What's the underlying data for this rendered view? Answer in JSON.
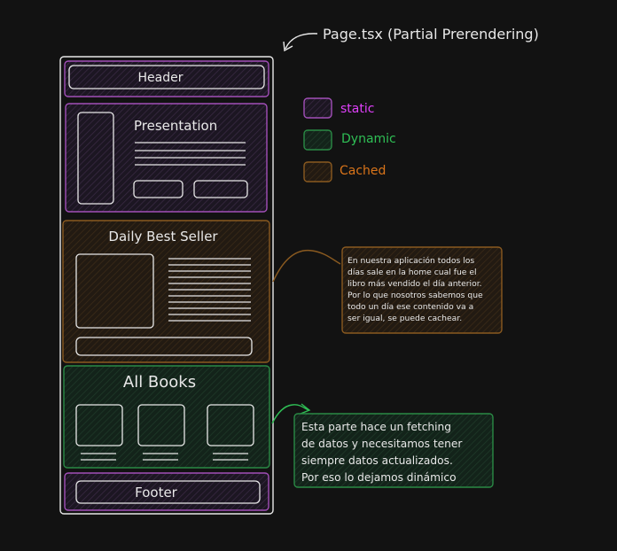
{
  "title": "Page.tsx (Partial Prerendering)",
  "sections": {
    "header": "Header",
    "presentation": "Presentation",
    "daily": "Daily Best Seller",
    "books": "All Books",
    "footer": "Footer"
  },
  "legend": [
    {
      "label": "static",
      "color": "#e040fb"
    },
    {
      "label": "Dynamic",
      "color": "#2fbf55"
    },
    {
      "label": "Cached",
      "color": "#d9741a"
    }
  ],
  "notes": {
    "cached": [
      "En nuestra aplicación todos los",
      "días sale en la home cual fue el",
      "libro más vendido el día anterior.",
      "Por lo que nosotros sabemos que",
      "todo un día ese contenido va a",
      "ser igual, se puede cachear."
    ],
    "dynamic": [
      "Esta parte hace un fetching",
      "de datos y necesitamos tener",
      "siempre datos actualizados.",
      "Por eso lo dejamos dinámico"
    ]
  },
  "colors": {
    "static": "#a24fb8",
    "dynamic": "#2a8a45",
    "cached": "#8a5a20",
    "stroke": "#e8e8e8"
  }
}
